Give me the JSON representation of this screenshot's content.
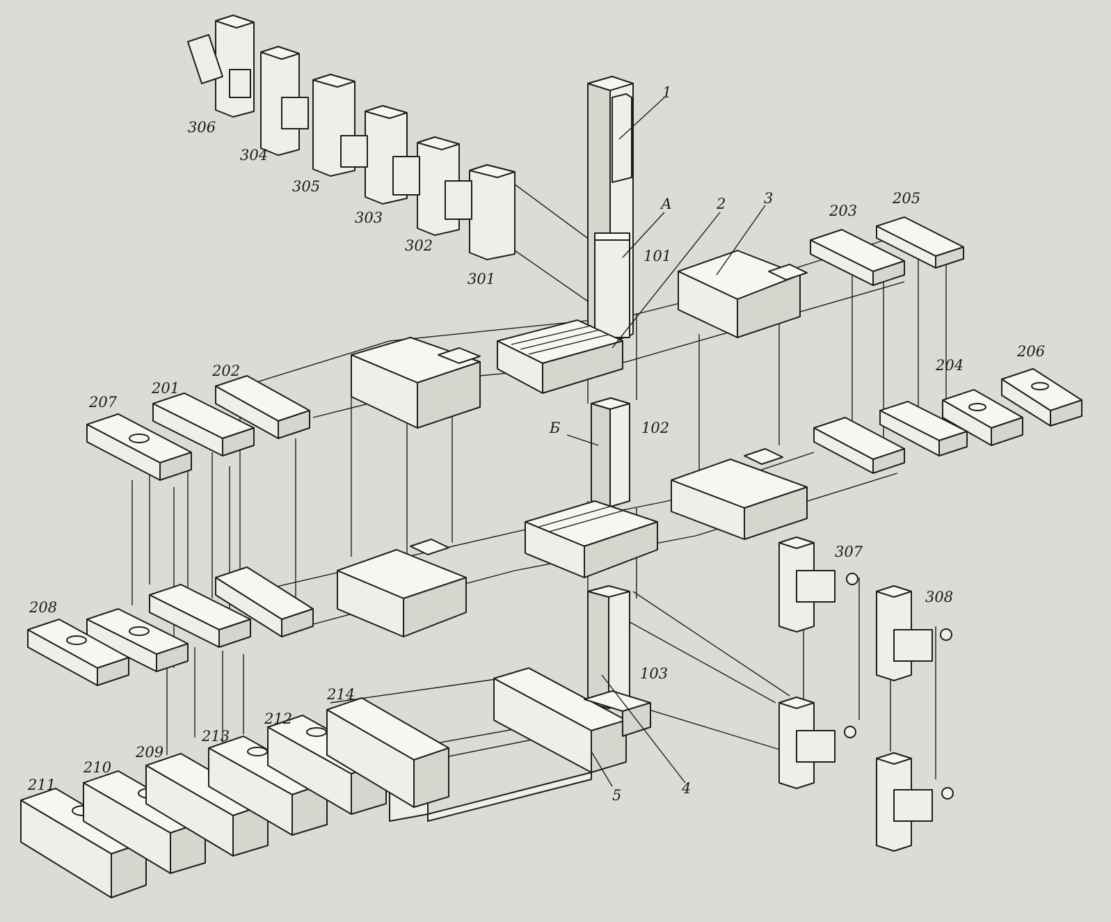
{
  "labels": {
    "l1": "1",
    "l2": "2",
    "l3": "3",
    "l4": "4",
    "l5": "5",
    "lA": "А",
    "lB": "Б",
    "l101": "101",
    "l102": "102",
    "l103": "103",
    "l201": "201",
    "l202": "202",
    "l203": "203",
    "l204": "204",
    "l205": "205",
    "l206": "206",
    "l207": "207",
    "l208": "208",
    "l209": "209",
    "l210": "210",
    "l211": "211",
    "l212": "212",
    "l213": "213",
    "l214": "214",
    "l301": "301",
    "l302": "302",
    "l303": "303",
    "l304": "304",
    "l305": "305",
    "l306": "306",
    "l307": "307",
    "l308": "308"
  }
}
